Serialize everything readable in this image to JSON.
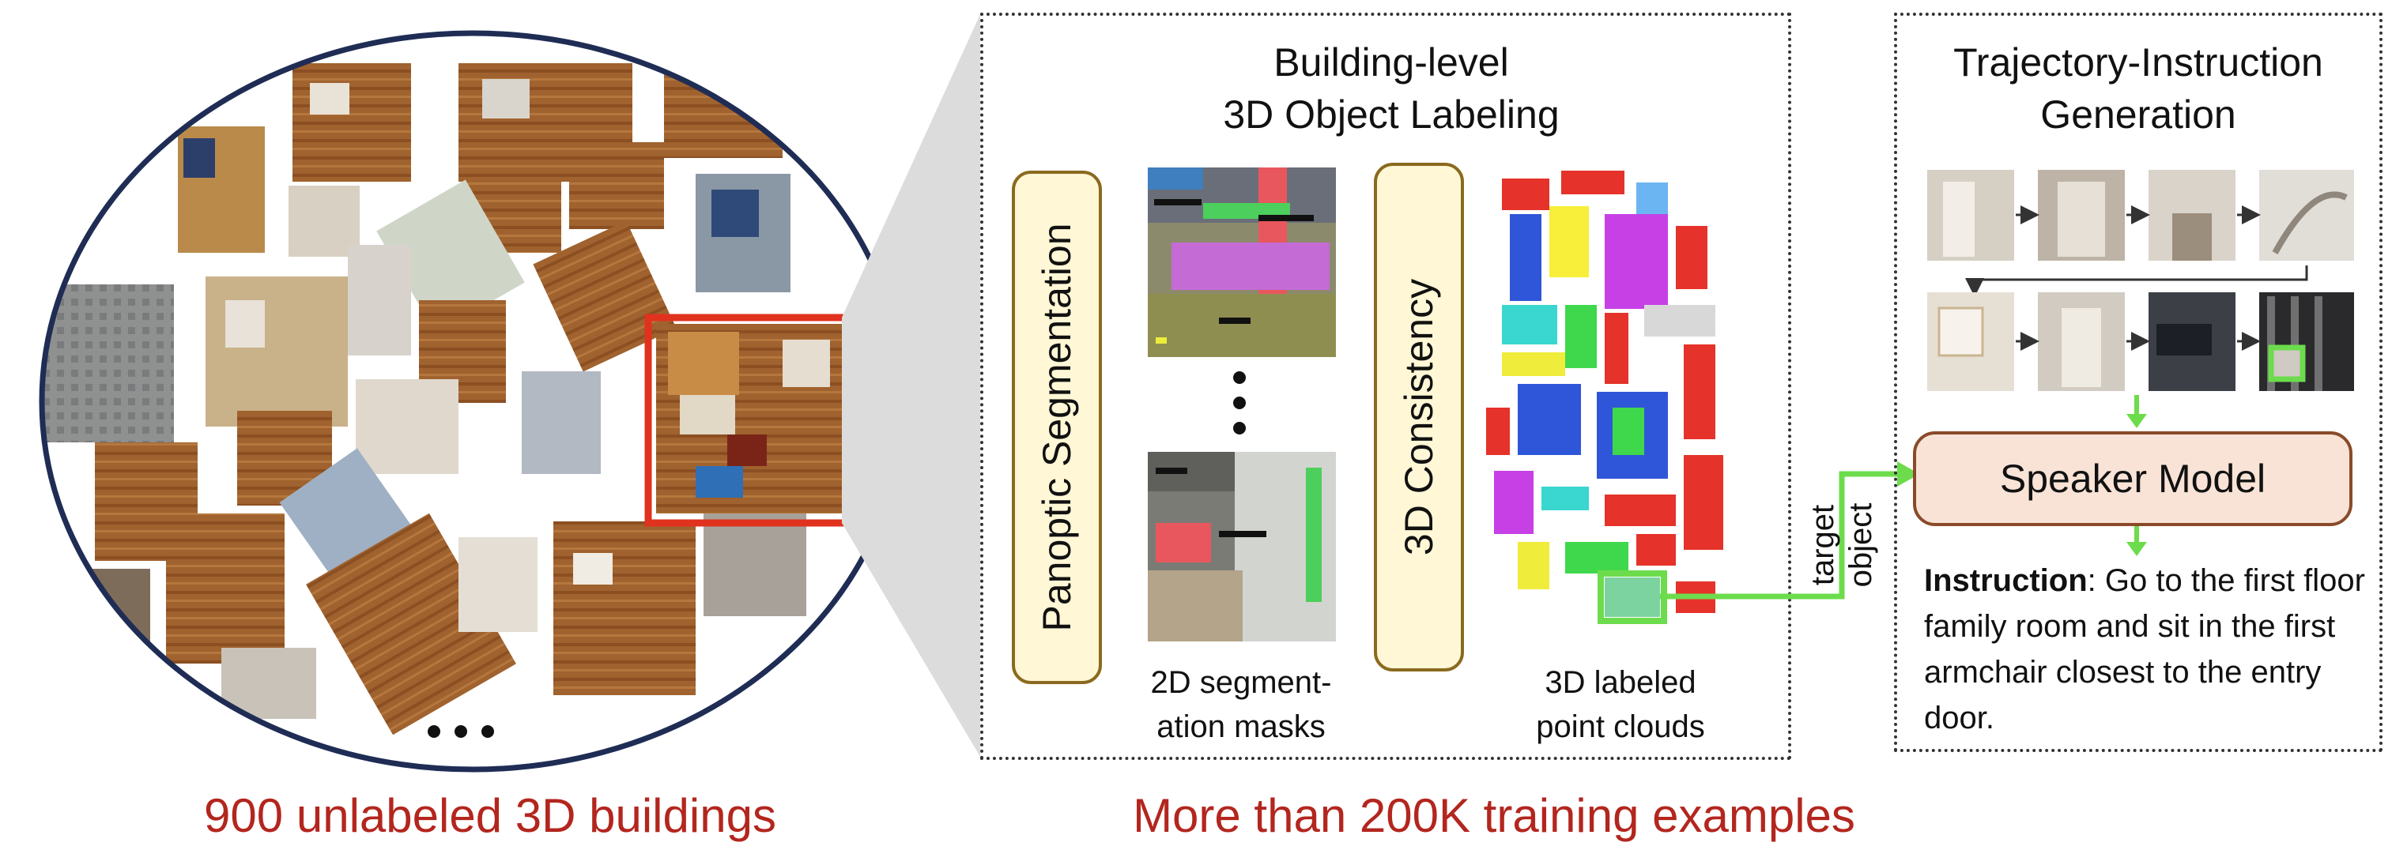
{
  "left": {
    "caption": "900 unlabeled 3D buildings",
    "ellipsis": "..."
  },
  "right_caption": "More than 200K training examples",
  "labeling": {
    "title_line1": "Building-level",
    "title_line2": "3D Object Labeling",
    "panoptic": "Panoptic Segmentation",
    "consistency": "3D Consistency",
    "masks_line1": "2D segment-",
    "masks_line2": "ation masks",
    "clouds_line1": "3D labeled",
    "clouds_line2": "point clouds"
  },
  "arrow_label_line1": "target",
  "arrow_label_line2": "object",
  "trajectory": {
    "title_line1": "Trajectory-Instruction",
    "title_line2": "Generation",
    "speaker": "Speaker Model",
    "instruction_label": "Instruction",
    "instruction_text": ": Go to the first floor family room and sit in the first armchair closest to the entry door."
  },
  "colors": {
    "caption_red": "#b3261e",
    "highlight_green": "#6cdc4c",
    "ellipse_navy": "#1f2d55",
    "zoom_red": "#e0321e"
  }
}
